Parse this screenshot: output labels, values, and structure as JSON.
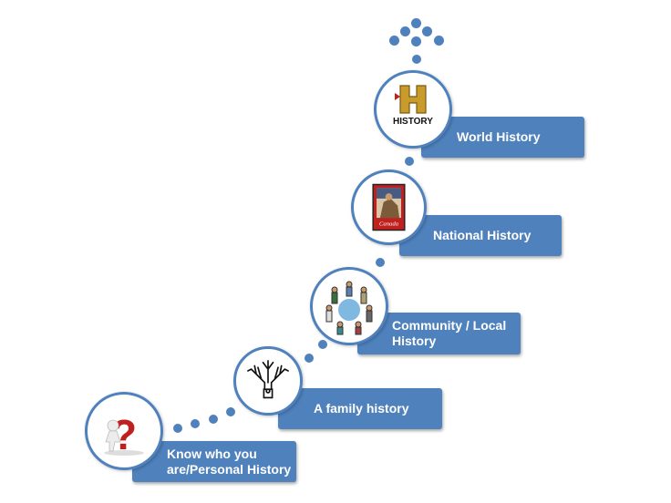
{
  "steps": [
    {
      "label": "Know who you are/Personal History",
      "icon": "question-person-icon"
    },
    {
      "label": "A family history",
      "icon": "family-tree-icon"
    },
    {
      "label": "Community / Local History",
      "icon": "community-circle-icon"
    },
    {
      "label": "National History",
      "icon": "canada-poster-icon"
    },
    {
      "label": "World History",
      "icon": "history-logo-icon"
    }
  ],
  "logo_text": "HISTORY",
  "poster_text": "Canada",
  "colors": {
    "accent": "#4f81bd",
    "logo_gold": "#c89b2c",
    "poster_red": "#c0201e"
  }
}
